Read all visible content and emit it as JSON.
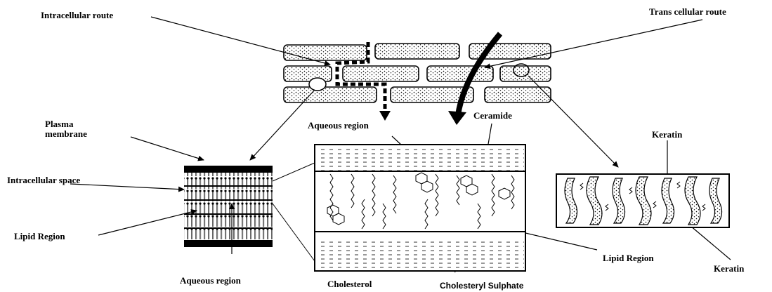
{
  "labels": {
    "intracellular_route": "Intracellular route",
    "trans_cellular_route": "Trans cellular route",
    "plasma_membrane": "Plasma membrane",
    "intracellular_space": "Intracellular space",
    "lipid_region_left": "Lipid Region",
    "aqueous_region_bottom": "Aqueous region",
    "aqueous_region_top": "Aqueous region",
    "ceramide": "Ceramide",
    "cholesterol": "Cholesterol",
    "cholesteryl_sulphate": "Cholesteryl Sulphate",
    "lipid_region_right": "Lipid Region",
    "keratin_top": "Keratin",
    "keratin_bottom": "Keratin"
  },
  "colors": {
    "ink": "#000000",
    "background": "#ffffff",
    "fill_gray": "#d9d9d9"
  }
}
